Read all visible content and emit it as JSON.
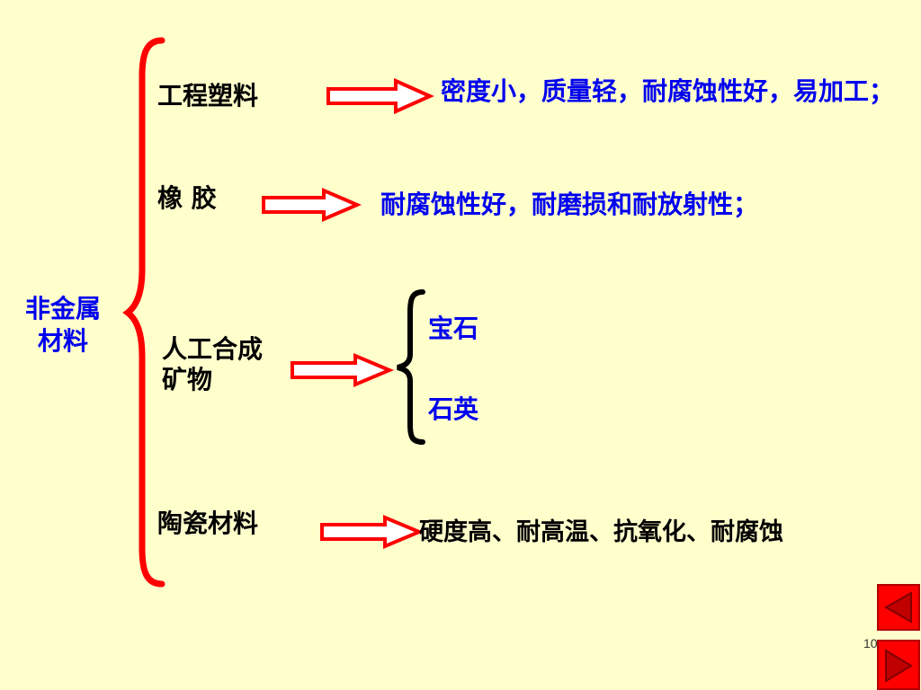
{
  "root": {
    "line1": "非金属",
    "line2": "材料"
  },
  "branches": [
    {
      "category": "工程塑料",
      "description": "密度小，质量轻，耐腐蚀性好，易加工；"
    },
    {
      "category": "橡 胶",
      "description": "耐腐蚀性好，耐磨损和耐放射性；"
    },
    {
      "category_line1": "人工合成",
      "category_line2": "矿物",
      "sub_items": [
        "宝石",
        "石英"
      ]
    },
    {
      "category": "陶瓷材料",
      "description": "硬度高、耐高温、抗氧化、耐腐蚀"
    }
  ],
  "colors": {
    "background": "#FFFFCC",
    "brace": "#FF0000",
    "arrow_border": "#FF0000",
    "text_blue": "#0000EE"
  },
  "page_number": "10",
  "nav": {
    "prev_icon": "triangle-left-icon",
    "next_icon": "triangle-right-icon"
  }
}
